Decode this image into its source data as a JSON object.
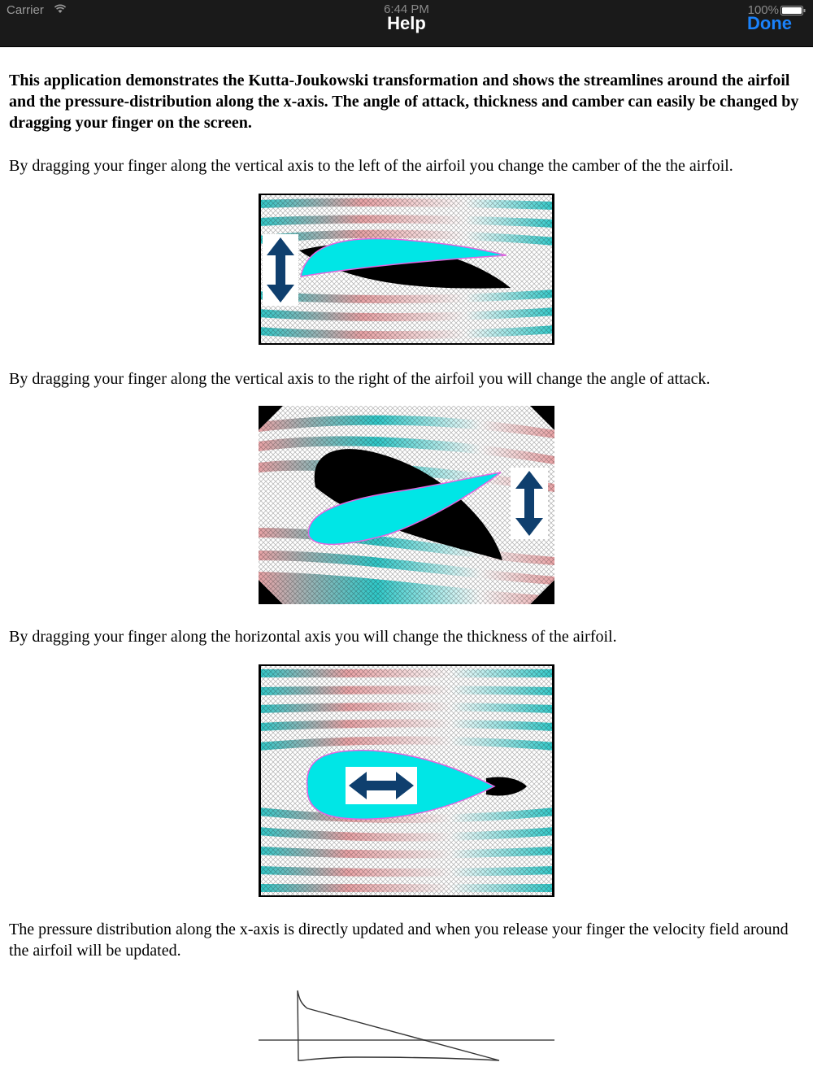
{
  "status_bar": {
    "carrier": "Carrier",
    "time": "6:44 PM",
    "battery": "100%"
  },
  "nav": {
    "title": "Help",
    "done_label": "Done"
  },
  "content": {
    "intro": "This application demonstrates the Kutta-Joukowski transformation and shows the streamlines around the airfoil and the pressure-distribution along the x-axis. The angle of attack, thickness and camber can easily be changed by dragging your finger on the screen.",
    "camber_text": "By dragging your finger along the vertical axis to the left of the airfoil you change the camber of the the airfoil.",
    "attack_text": "By dragging your finger along the vertical axis to the right of the airfoil you will change the angle of attack.",
    "thickness_text": "By dragging your finger along the horizontal axis you will change the thickness of the airfoil.",
    "pressure_text": "The pressure distribution along the x-axis is directly updated and when you release your finger the velocity field around the airfoil will be updated."
  },
  "icons": {
    "wifi": "wifi-icon",
    "battery": "battery-icon",
    "vertical_arrow": "vertical-double-arrow-icon",
    "horizontal_arrow": "horizontal-double-arrow-icon"
  },
  "colors": {
    "navbar_bg": "#1a1a1a",
    "accent": "#1a82fb",
    "airfoil": "#00e6e6",
    "airfoil_outline": "#e066e0",
    "stream_cyan": "#2fc9c9",
    "stream_pink": "#e9a3a6",
    "arrow": "#0f3f6e"
  }
}
